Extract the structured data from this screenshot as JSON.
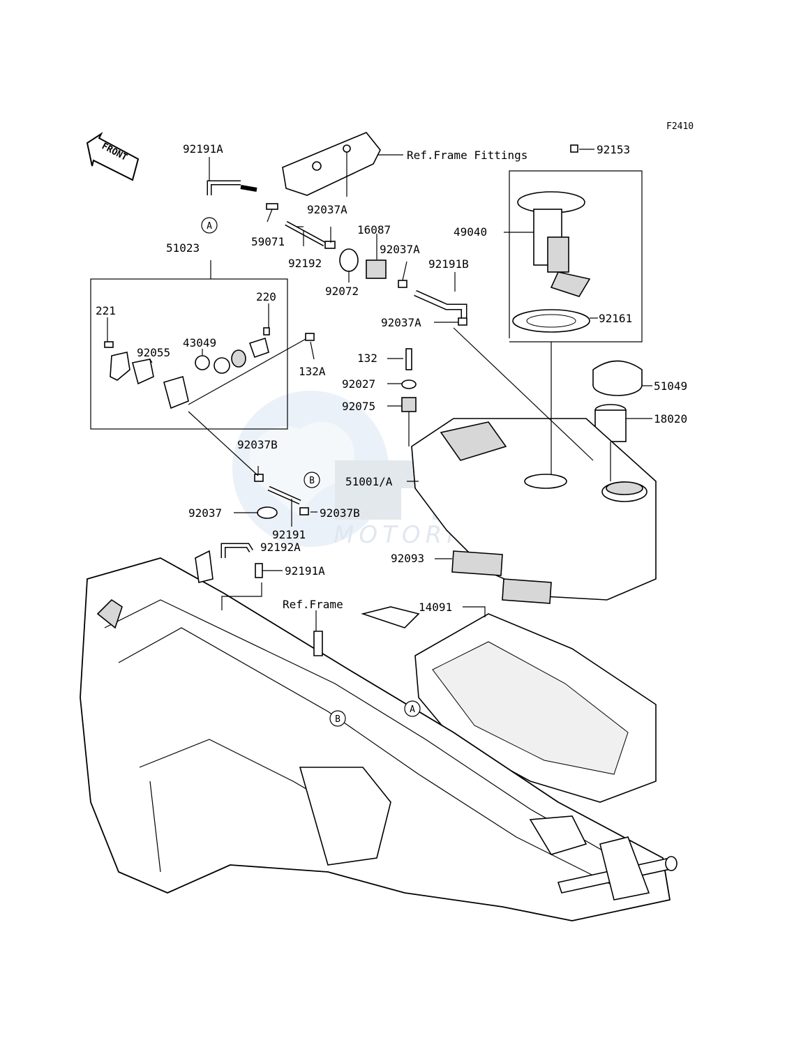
{
  "diagram_code": "F2410",
  "front_label": "FRONT",
  "watermark": {
    "text": "MOTORPARTS"
  },
  "references": {
    "frame_fittings": "Ref.Frame Fittings",
    "frame": "Ref.Frame"
  },
  "callouts": {
    "a": "A",
    "b": "B"
  },
  "parts": {
    "p92191A_top": "92191A",
    "p92037A_top": "92037A",
    "p59071": "59071",
    "p92192": "92192",
    "p16087": "16087",
    "p92037A_mid": "92037A",
    "p92072": "92072",
    "p92191B": "92191B",
    "p92037A_low": "92037A",
    "p51023": "51023",
    "p220": "220",
    "p221": "221",
    "p43049": "43049",
    "p92055": "92055",
    "p132A": "132A",
    "p132": "132",
    "p92027": "92027",
    "p92075": "92075",
    "p92153": "92153",
    "p49040": "49040",
    "p92161": "92161",
    "p51049": "51049",
    "p18020": "18020",
    "p92037B_top": "92037B",
    "p51001A": "51001/A",
    "p92037": "92037",
    "p92191": "92191",
    "p92192A": "92192A",
    "p92037B_right": "92037B",
    "p92191A_low": "92191A",
    "p92093": "92093",
    "p14091": "14091"
  }
}
